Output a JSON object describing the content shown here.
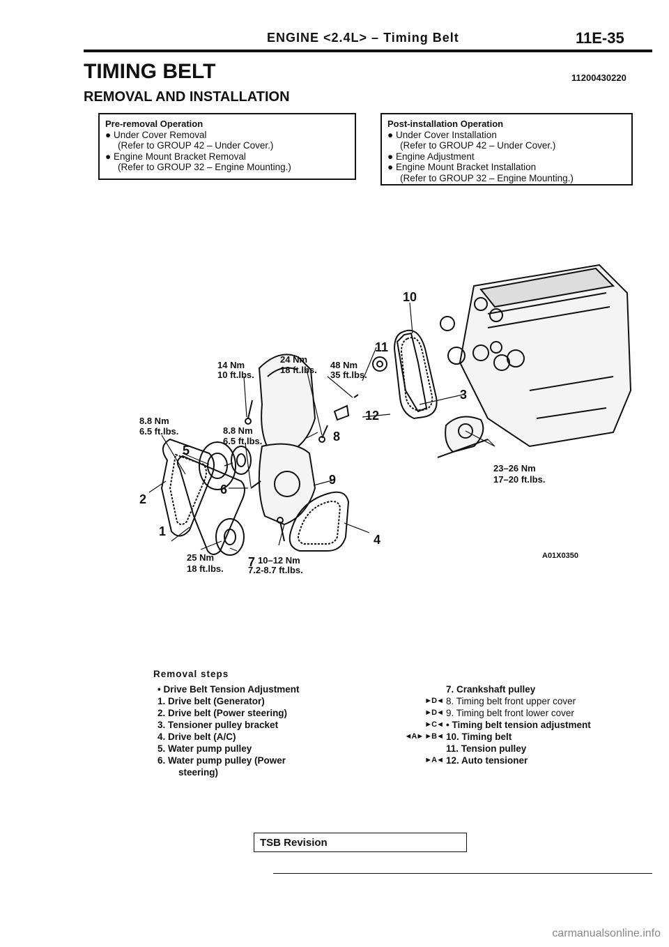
{
  "header": {
    "title": "ENGINE <2.4L> – Timing Belt",
    "page": "11E-35"
  },
  "section": {
    "title": "TIMING BELT",
    "code": "11200430220",
    "subtitle": "REMOVAL AND INSTALLATION"
  },
  "pre_removal": {
    "title": "Pre-removal Operation",
    "items": [
      {
        "text": "Under Cover Removal",
        "sub": "(Refer to GROUP 42 – Under Cover.)"
      },
      {
        "text": "Engine Mount Bracket Removal",
        "sub": "(Refer to GROUP 32 – Engine Mounting.)"
      }
    ]
  },
  "post_installation": {
    "title": "Post-installation Operation",
    "items": [
      {
        "text": "Under Cover Installation",
        "sub": "(Refer to GROUP 42 – Under Cover.)"
      },
      {
        "text": "Engine Adjustment",
        "sub": ""
      },
      {
        "text": "Engine Mount Bracket Installation",
        "sub": "(Refer to GROUP 32 – Engine Mounting.)"
      }
    ]
  },
  "diagram": {
    "torques": [
      {
        "nm": "14 Nm",
        "ft": "10 ft.lbs."
      },
      {
        "nm": "24 Nm",
        "ft": "18 ft.lbs."
      },
      {
        "nm": "48 Nm",
        "ft": "35 ft.lbs."
      },
      {
        "nm": "8.8 Nm",
        "ft": "6.5 ft.lbs."
      },
      {
        "nm": "8.8 Nm",
        "ft": "6.5 ft.lbs."
      },
      {
        "nm": "23–26 Nm",
        "ft": "17–20 ft.lbs."
      },
      {
        "nm": "25 Nm",
        "ft": "18 ft.lbs."
      },
      {
        "nm": "10–12 Nm",
        "ft": "7.2-8.7 ft.lbs."
      }
    ],
    "callouts": [
      "1",
      "2",
      "3",
      "4",
      "5",
      "6",
      "7",
      "8",
      "9",
      "10",
      "11",
      "12"
    ],
    "figure_code": "A01X0350"
  },
  "removal": {
    "title": "Removal steps",
    "left": [
      {
        "mark": "",
        "text": "• Drive Belt Tension Adjustment"
      },
      {
        "mark": "",
        "text": "1. Drive belt (Generator)"
      },
      {
        "mark": "",
        "text": "2. Drive belt (Power steering)"
      },
      {
        "mark": "",
        "text": "3. Tensioner pulley bracket"
      },
      {
        "mark": "",
        "text": "4. Drive belt (A/C)"
      },
      {
        "mark": "",
        "text": "5. Water pump pulley"
      },
      {
        "mark": "",
        "text": "6. Water pump pulley (Power"
      },
      {
        "mark": "",
        "text": "steering)"
      }
    ],
    "right": [
      {
        "mark": "",
        "text": "7. Crankshaft pulley"
      },
      {
        "mark": "►D◄",
        "text": "8. Timing belt front upper cover"
      },
      {
        "mark": "►D◄",
        "text": "9. Timing belt front lower cover"
      },
      {
        "mark": "►C◄",
        "text": "• Timing belt tension adjustment"
      },
      {
        "mark": "◄A► ►B◄",
        "text": "10. Timing belt"
      },
      {
        "mark": "",
        "text": "11. Tension pulley"
      },
      {
        "mark": "►A◄",
        "text": "12. Auto tensioner"
      }
    ]
  },
  "footer": {
    "tsb": "TSB Revision",
    "watermark": "carmanualsonline.info"
  }
}
